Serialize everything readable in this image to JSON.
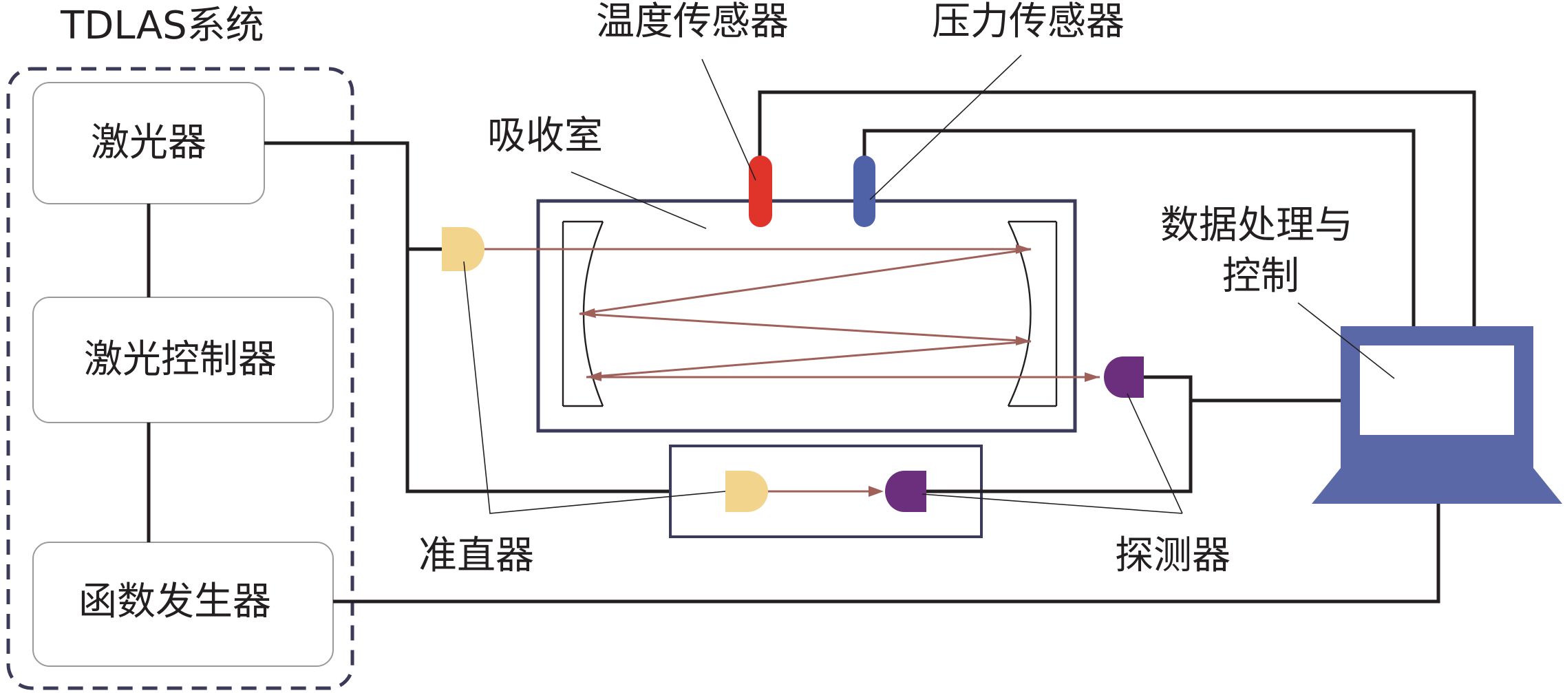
{
  "system": {
    "title": "TDLAS系统",
    "laser": "激光器",
    "laser_controller": "激光控制器",
    "function_generator": "函数发生器"
  },
  "labels": {
    "temperature_sensor": "温度传感器",
    "pressure_sensor": "压力传感器",
    "absorption_cell": "吸收室",
    "data_processing_line1": "数据处理与",
    "data_processing_line2": "控制",
    "collimator": "准直器",
    "detector": "探测器"
  },
  "colors": {
    "line": "#231f20",
    "beam": "#a0605a",
    "collimator": "#f3d48c",
    "detector": "#6b2f7d",
    "temperature_sensor": "#e0342b",
    "pressure_sensor": "#4f62a8",
    "computer": "#5a68a8",
    "box_border": "#3b3a58"
  }
}
